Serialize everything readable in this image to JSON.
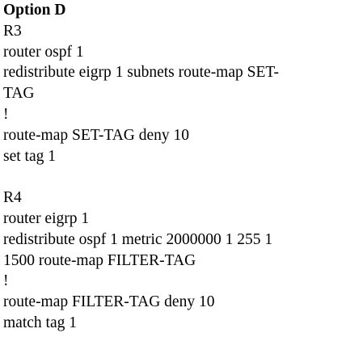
{
  "document": {
    "title": "Option D",
    "section_r3": {
      "heading": "R3",
      "lines": [
        "router ospf 1",
        "redistribute eigrp 1 subnets route-map SET-",
        "TAG",
        "!",
        "route-map SET-TAG deny 10",
        "set tag 1"
      ]
    },
    "section_r4": {
      "heading": "R4",
      "lines": [
        "router eigrp 1",
        "redistribute ospf 1 metric 2000000 1 255 1",
        "1500 route-map FILTER-TAG",
        "!",
        "route-map FILTER-TAG deny 10",
        "match tag 1"
      ]
    }
  }
}
